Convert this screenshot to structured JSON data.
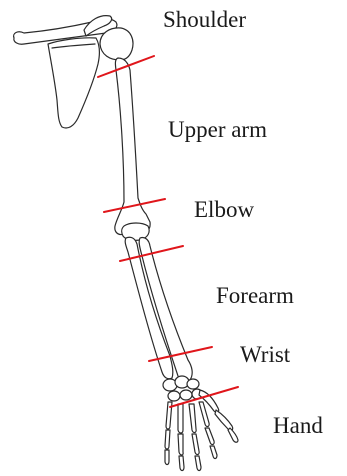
{
  "labels": {
    "shoulder": "Shoulder",
    "upper_arm": "Upper arm",
    "elbow": "Elbow",
    "forearm": "Forearm",
    "wrist": "Wrist",
    "hand": "Hand"
  },
  "colors": {
    "boundary_line": "#e0161b",
    "bone_outline": "#2b2b2b",
    "bone_fill": "#ffffff",
    "text": "#1a1a1a"
  }
}
